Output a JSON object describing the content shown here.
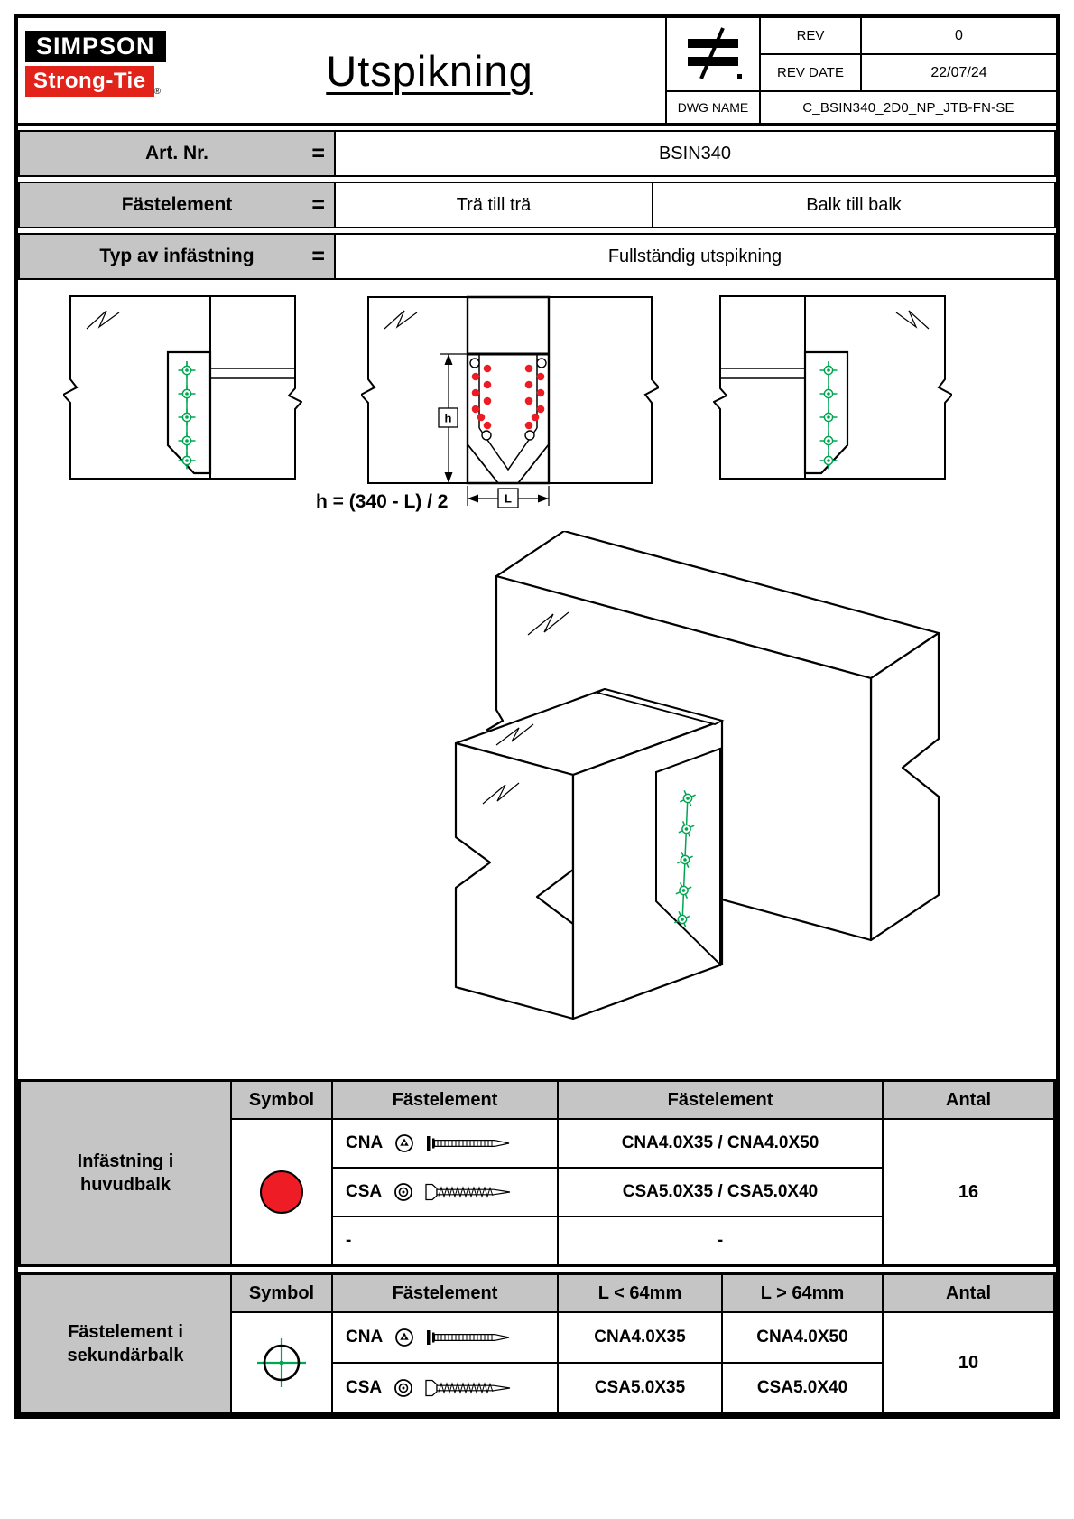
{
  "title_block": {
    "logo_line1": "SIMPSON",
    "logo_line2": "Strong-Tie",
    "logo_reg": "®",
    "drawing_title": "Utspikning",
    "projection_symbol": "≠",
    "rev_label": "REV",
    "rev_value": "0",
    "rev_date_label": "REV DATE",
    "rev_date_value": "22/07/24",
    "dwg_name_label": "DWG NAME",
    "dwg_name_value": "C_BSIN340_2D0_NP_JTB-FN-SE"
  },
  "info_table": {
    "art_nr_label": "Art. Nr.",
    "art_nr_eq": "=",
    "art_nr_value": "BSIN340",
    "fastener_label": "Fästelement",
    "fastener_eq": "=",
    "fastener_value_left": "Trä till trä",
    "fastener_value_right": "Balk till balk",
    "type_label": "Typ av infästning",
    "type_eq": "=",
    "type_value": "Fullständig utspikning"
  },
  "drawing": {
    "formula": "h = (340 - L) / 2",
    "dim_h_label": "h",
    "dim_l_label": "L"
  },
  "main_beam_table": {
    "row_label": "Infästning i huvudbalk",
    "col_symbol": "Symbol",
    "col_fastener": "Fästelement",
    "col_fastener2": "Fästelement",
    "col_antal": "Antal",
    "rows": [
      {
        "code": "CNA",
        "value": "CNA4.0X35 / CNA4.0X50"
      },
      {
        "code": "CSA",
        "value": "CSA5.0X35 / CSA5.0X40"
      },
      {
        "code": "-",
        "value": "-"
      }
    ],
    "antal_value": "16"
  },
  "secondary_beam_table": {
    "row_label": "Fästelement i sekundärbalk",
    "col_symbol": "Symbol",
    "col_fastener": "Fästelement",
    "col_l_less": "L < 64mm",
    "col_l_greater": "L > 64mm",
    "col_antal": "Antal",
    "rows": [
      {
        "code": "CNA",
        "l_less": "CNA4.0X35",
        "l_greater": "CNA4.0X50"
      },
      {
        "code": "CSA",
        "l_less": "CSA5.0X35",
        "l_greater": "CSA5.0X40"
      }
    ],
    "antal_value": "10"
  },
  "colors": {
    "logo_red": "#e2231a",
    "nail_green": "#00a651",
    "nail_red": "#ed1c24",
    "symbol_red": "#ee1c25",
    "cell_gray": "#c5c5c5"
  }
}
